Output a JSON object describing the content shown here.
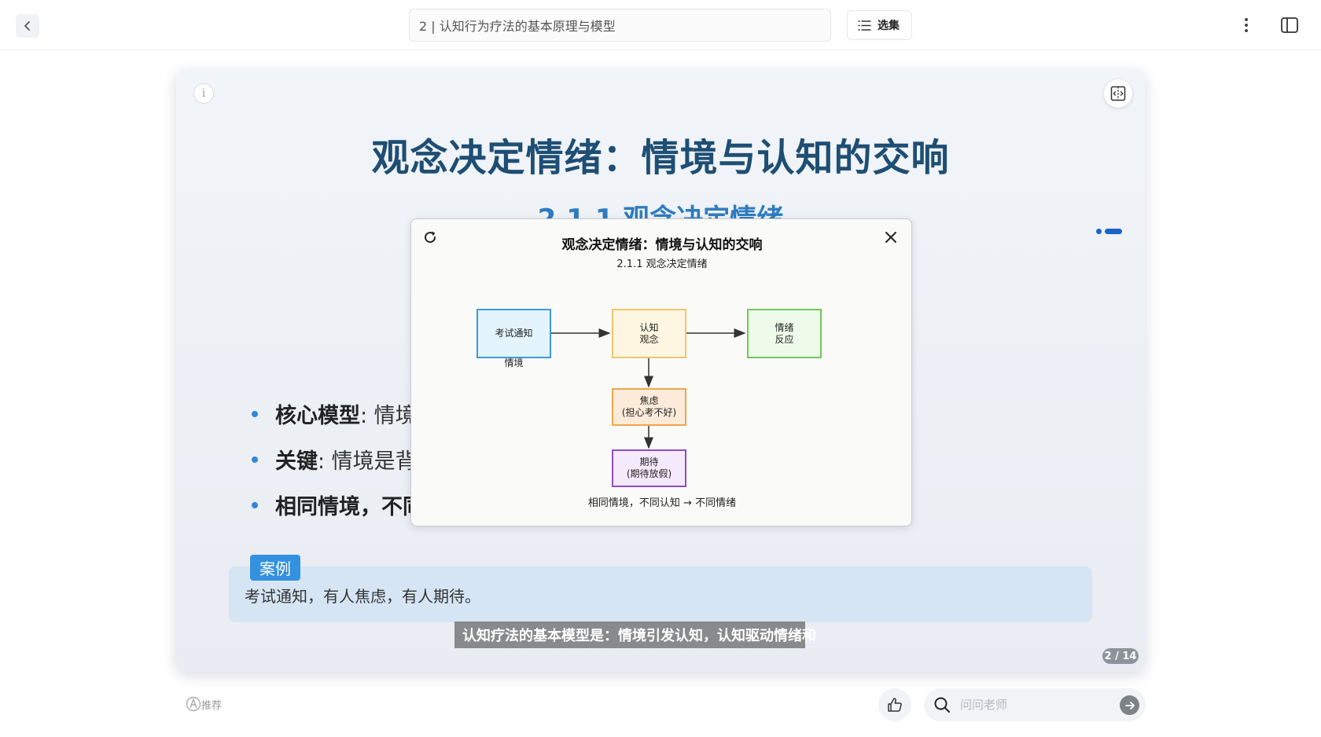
{
  "header": {
    "title": "2 | 认知行为疗法的基本原理与模型",
    "collection_label": "选集"
  },
  "slide": {
    "title": "观念决定情绪：情境与认知的交响",
    "subtitle": "2.1.1 观念决定情绪",
    "bullets": [
      {
        "key": "核心模型",
        "text": ": 情境"
      },
      {
        "key": "关键",
        "text": ": 情境是背"
      },
      {
        "key": "相同情境，不同",
        "text": ""
      }
    ],
    "case_tag": "案例",
    "case_text": "考试通知，有人焦虑，有人期待。",
    "caption": "认知疗法的基本模型是：情境引发认知，认知驱动情绪和",
    "page": "2 / 14"
  },
  "diagram": {
    "title": "观念决定情绪：情境与认知的交响",
    "subtitle": "2.1.1 观念决定情绪",
    "nodes": {
      "situation": "考试通知",
      "situation_label": "情境",
      "cognition": "认知\n观念",
      "emotion": "情绪\n反应",
      "anxiety": "焦虑\n(担心考不好)",
      "expect": "期待\n(期待放假)"
    },
    "footer": "相同情境，不同认知 → 不同情绪"
  },
  "footer": {
    "recommend_label": "推荐",
    "ask_placeholder": "问问老师"
  },
  "icons": {
    "back": "chevron-left-icon",
    "list": "list-icon",
    "more": "more-vertical-icon",
    "sidebar": "sidebar-toggle-icon",
    "info": "info-icon",
    "split": "split-view-icon",
    "refresh": "refresh-icon",
    "close": "close-icon",
    "like": "thumbs-up-icon",
    "search": "search-icon",
    "send": "arrow-right-icon"
  },
  "colors": {
    "title": "#1e4e74",
    "subtitle": "#2f7cc0",
    "accent": "#1a64c8",
    "case_tag": "#3391e0"
  }
}
